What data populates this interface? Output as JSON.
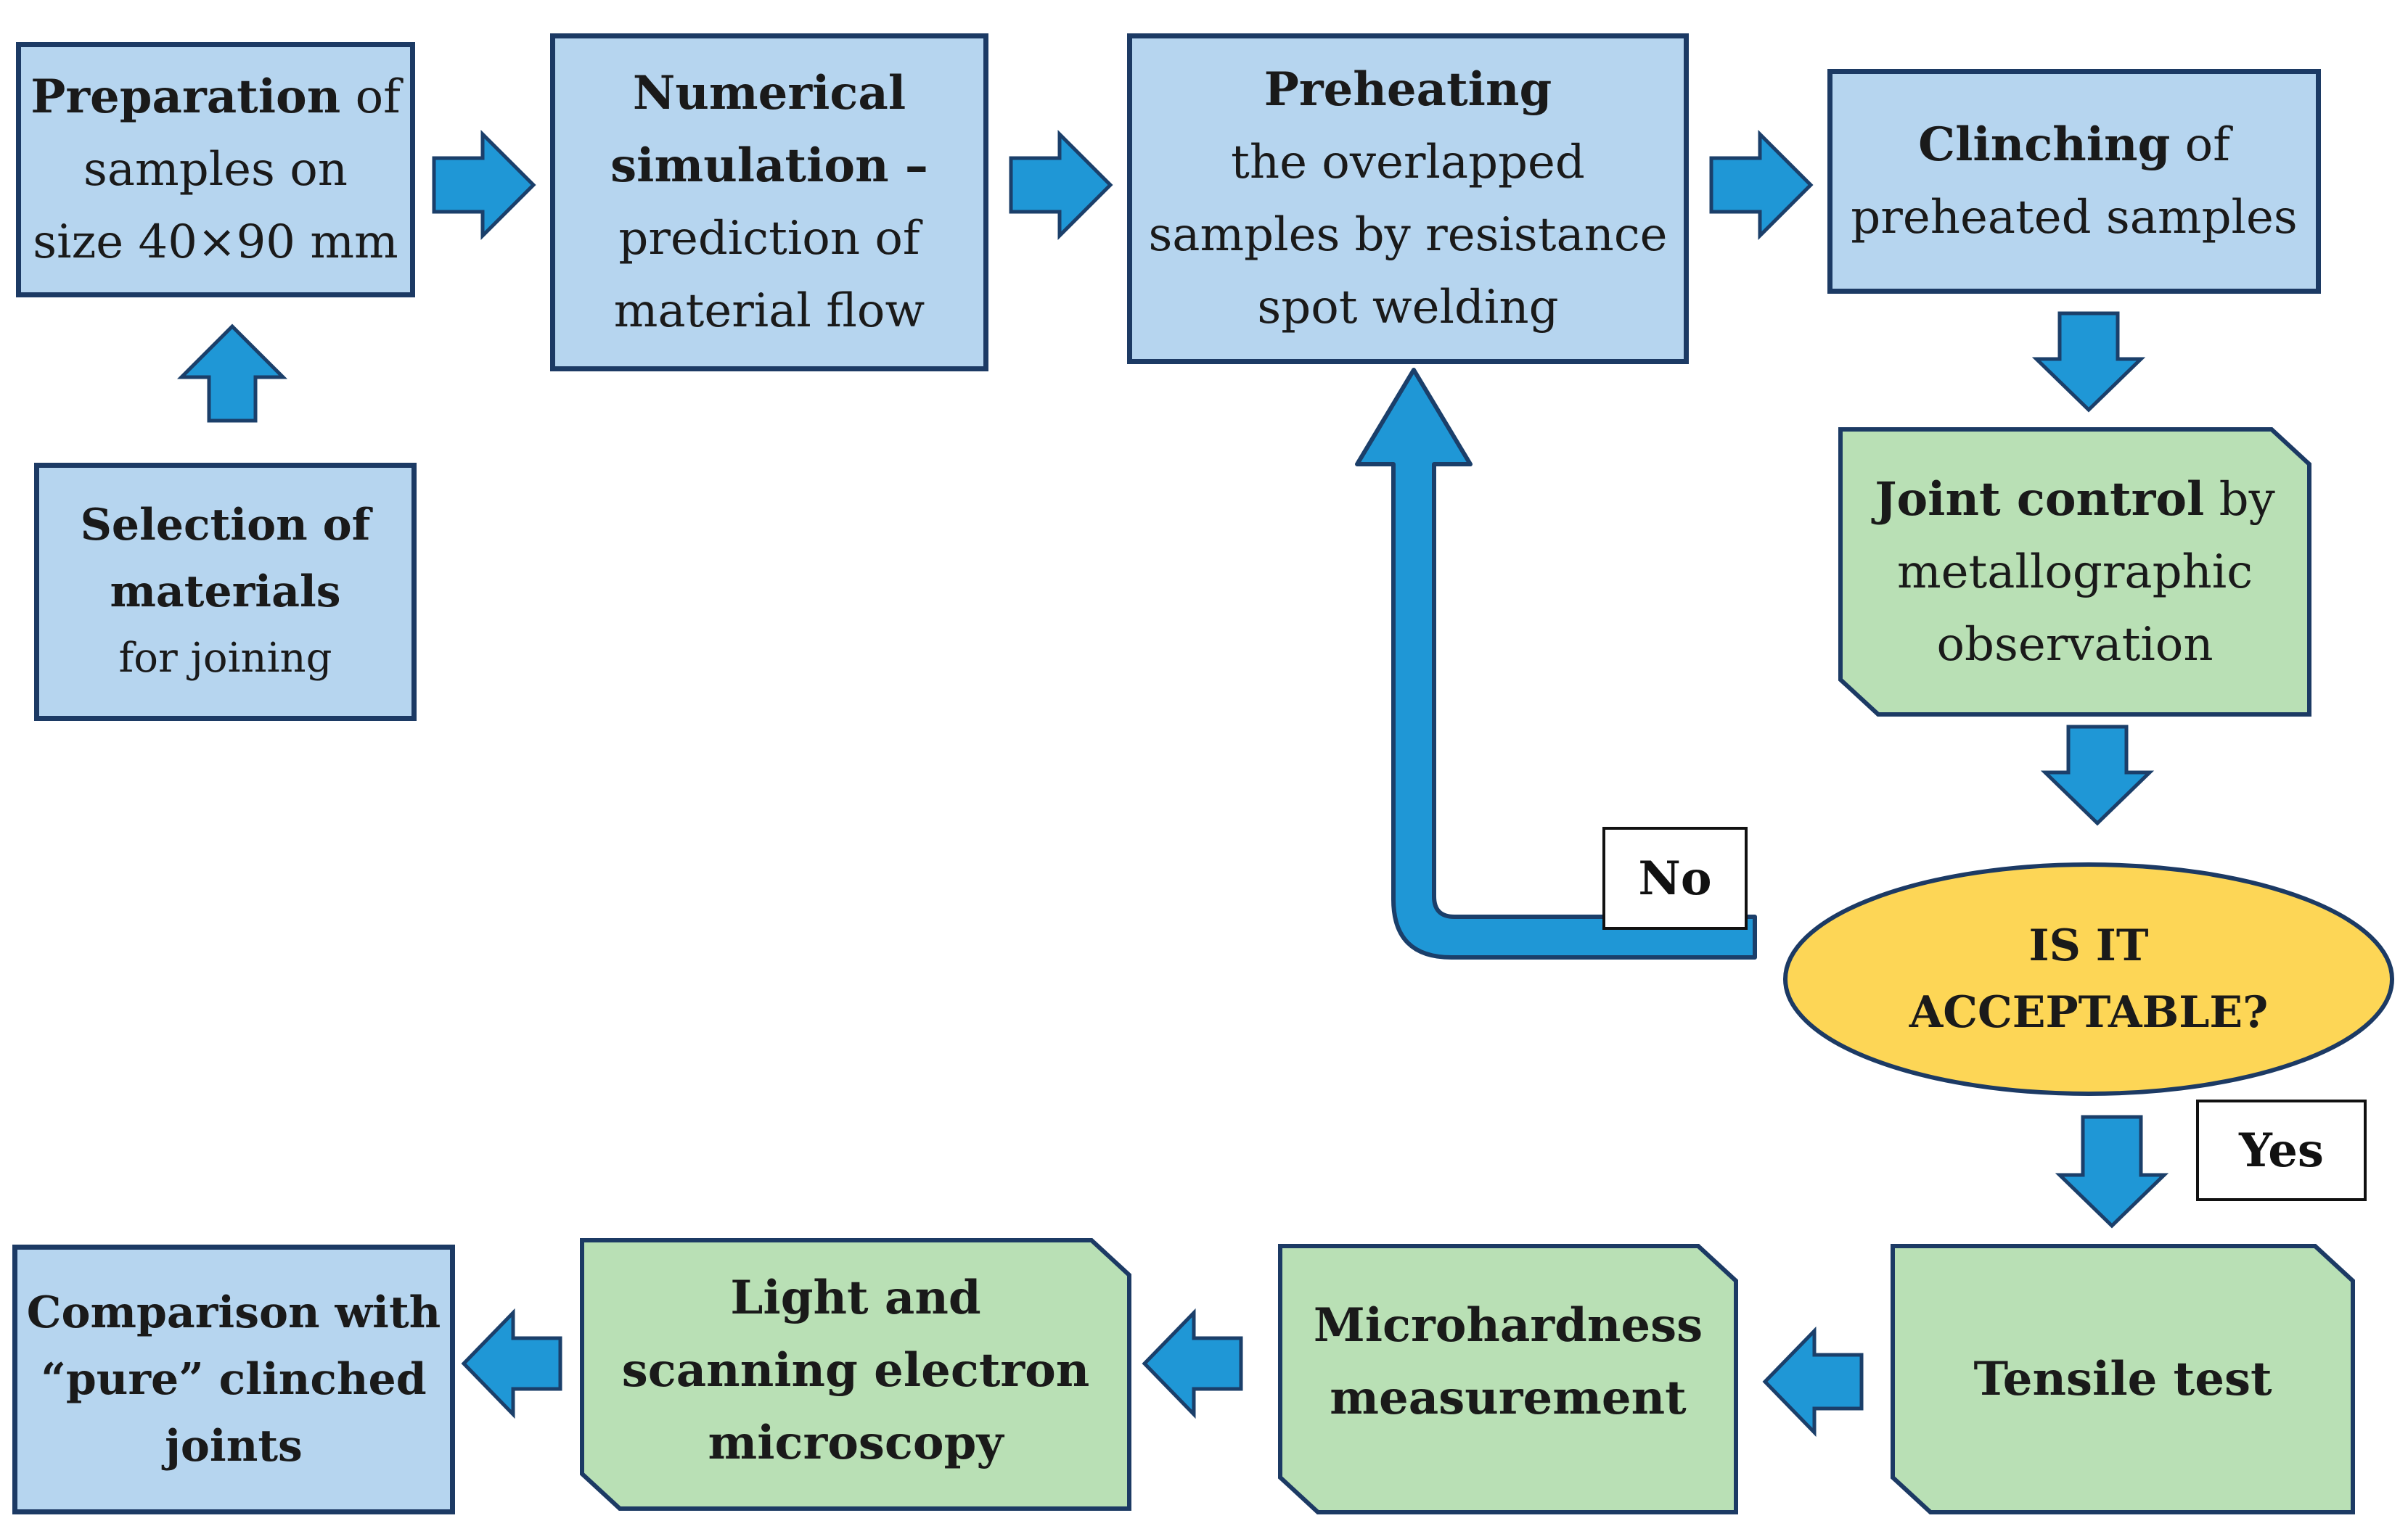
{
  "colors": {
    "process_fill": "#b6d5ef",
    "process_border": "#1c3a64",
    "test_fill": "#b9e0b5",
    "test_border": "#1c3a64",
    "decision_fill": "#fdd656",
    "arrow_fill": "#1f97d6",
    "arrow_outline": "#1b3f6a"
  },
  "nodes": {
    "preparation": {
      "bold": "Preparation",
      "rest": " of",
      "line2": "samples on",
      "line3": "size 40×90 mm"
    },
    "selection": {
      "line1": "Selection of",
      "line2": "materials",
      "line3": "for joining"
    },
    "simulation": {
      "line1": "Numerical",
      "line2": "simulation –",
      "line3": "prediction of",
      "line4": "material flow"
    },
    "preheating": {
      "line1": "Preheating",
      "line2": "the overlapped",
      "line3": "samples by resistance",
      "line4": "spot welding"
    },
    "clinching": {
      "bold": "Clinching",
      "rest": " of",
      "line2": "preheated samples"
    },
    "joint_control": {
      "bold": "Joint control",
      "rest": " by",
      "line2": "metallographic",
      "line3": "observation"
    },
    "decision": {
      "line1": "IS IT",
      "line2": "ACCEPTABLE?"
    },
    "tensile": {
      "line1": "Tensile test"
    },
    "microhardness": {
      "line1": "Microhardness",
      "line2": "measurement"
    },
    "microscopy": {
      "line1": "Light and",
      "line2": "scanning electron",
      "line3": "microscopy"
    },
    "comparison": {
      "line1": "Comparison with",
      "line2": "“pure” clinched",
      "line3": "joints"
    }
  },
  "labels": {
    "no": "No",
    "yes": "Yes"
  }
}
